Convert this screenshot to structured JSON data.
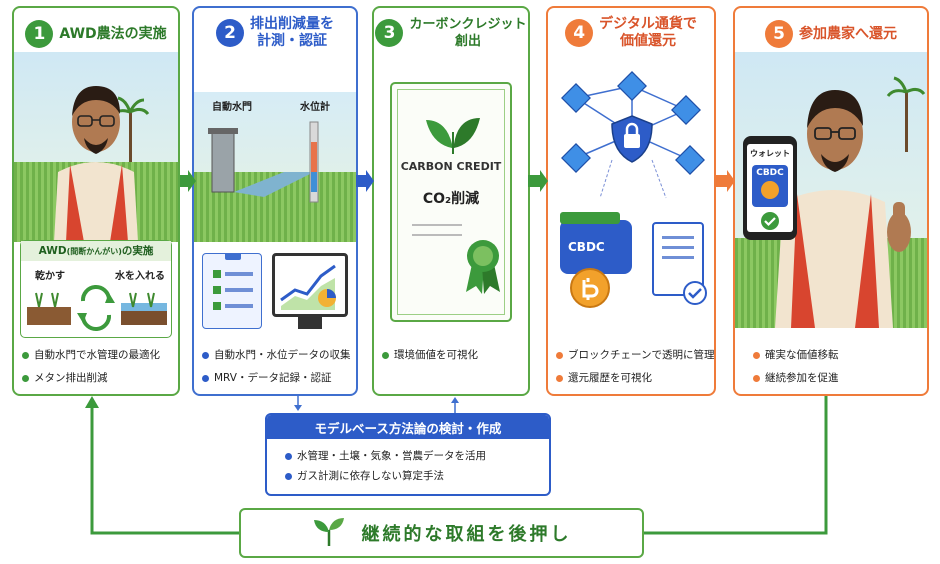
{
  "colors": {
    "green": "#5aa845",
    "blue": "#3f6fcf",
    "orange": "#ef7b3a",
    "dark_green": "#2d7a2a"
  },
  "steps": [
    {
      "num": "1",
      "title_lines": [
        "AWD農法の実施"
      ],
      "inner_box": {
        "title": "AWD",
        "title_sub": "(間断かんがい)",
        "title_suffix": "の実施",
        "label_dry": "乾かす",
        "label_wet": "水を入れる"
      },
      "bullets": [
        "自動水門で水管理の最適化",
        "メタン排出削減"
      ]
    },
    {
      "num": "2",
      "title_lines": [
        "排出削減量を",
        "計測・認証"
      ],
      "photo_labels": [
        "自動水門",
        "水位計"
      ],
      "bullets": [
        "自動水門・水位データの収集",
        "MRV・データ記録・認証"
      ]
    },
    {
      "num": "3",
      "title_lines": [
        "カーボンクレジット",
        "創出"
      ],
      "certificate": {
        "heading": "CARBON CREDIT",
        "sub": "CO₂削減"
      },
      "bullets": [
        "環境価値を可視化"
      ]
    },
    {
      "num": "4",
      "title_lines": [
        "デジタル通貨で",
        "価値還元"
      ],
      "wallet_label": "CBDC",
      "bullets": [
        "ブロックチェーンで透明に管理",
        "還元履歴を可視化"
      ]
    },
    {
      "num": "5",
      "title_lines": [
        "参加農家へ還元"
      ],
      "phone": {
        "header": "ウォレット",
        "card": "CBDC"
      },
      "bullets": [
        "確実な価値移転",
        "継続参加を促進"
      ]
    }
  ],
  "model": {
    "title": "モデルベース方法論の検討・作成",
    "bullets": [
      "水管理・土壌・気象・営農データを活用",
      "ガス計測に依存しない算定手法"
    ]
  },
  "bottom": {
    "label": "継続的な取組を後押し"
  }
}
